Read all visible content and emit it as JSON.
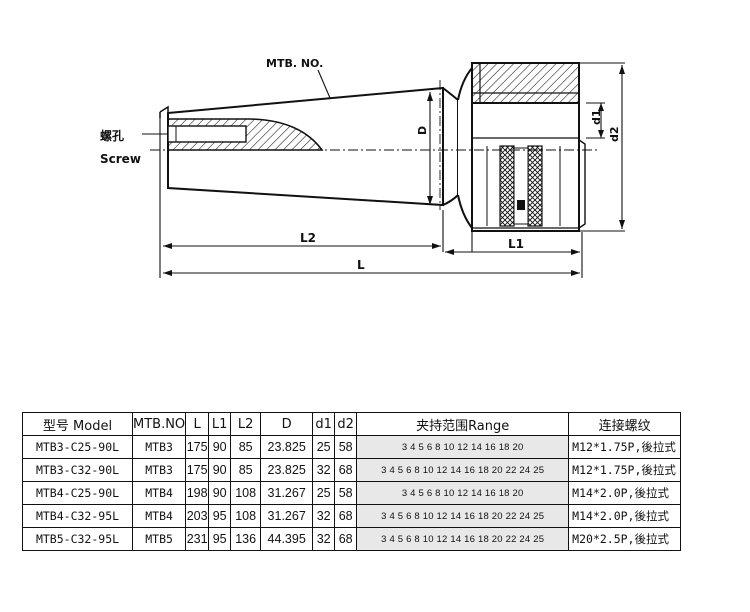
{
  "drawing": {
    "labels": {
      "mtb_no": "MTB. NO.",
      "screw_cn": "螺孔",
      "screw_en": "Screw",
      "d": "D",
      "d1": "d1",
      "d2": "d2",
      "l": "L",
      "l1": "L1",
      "l2": "L2"
    }
  },
  "table": {
    "headers": [
      "型号 Model",
      "MTB.NO",
      "L",
      "L1",
      "L2",
      "D",
      "d1",
      "d2",
      "夹持范围Range",
      "连接螺纹"
    ],
    "rows": [
      [
        "MTB3-C25-90L",
        "MTB3",
        "175",
        "90",
        "85",
        "23.825",
        "25",
        "58",
        "3 4 5 6 8 10 12 14 16 18 20",
        "M12*1.75P,後拉式"
      ],
      [
        "MTB3-C32-90L",
        "MTB3",
        "175",
        "90",
        "85",
        "23.825",
        "32",
        "68",
        "3 4 5 6 8 10 12 14 16 18 20 22 24 25",
        "M12*1.75P,後拉式"
      ],
      [
        "MTB4-C25-90L",
        "MTB4",
        "198",
        "90",
        "108",
        "31.267",
        "25",
        "58",
        "3 4 5 6 8 10 12 14 16 18 20",
        "M14*2.0P,後拉式"
      ],
      [
        "MTB4-C32-95L",
        "MTB4",
        "203",
        "95",
        "108",
        "31.267",
        "32",
        "68",
        "3 4 5 6 8 10 12 14 16 18 20 22 24 25",
        "M14*2.0P,後拉式"
      ],
      [
        "MTB5-C32-95L",
        "MTB5",
        "231",
        "95",
        "136",
        "44.395",
        "32",
        "68",
        "3 4 5 6 8 10 12 14 16 18 20 22 24 25",
        "M20*2.5P,後拉式"
      ]
    ]
  }
}
